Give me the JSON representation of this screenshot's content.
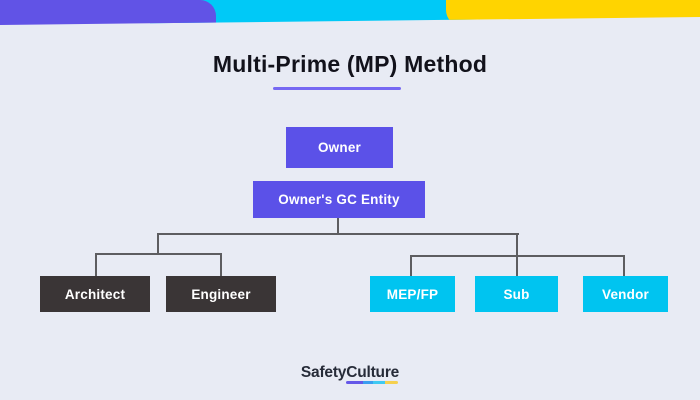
{
  "title": {
    "text": "Multi-Prime (MP) Method"
  },
  "org_chart": {
    "nodes": {
      "owner": {
        "label": "Owner"
      },
      "gc_entity": {
        "label": "Owner's GC Entity"
      },
      "architect": {
        "label": "Architect"
      },
      "engineer": {
        "label": "Engineer"
      },
      "mep_fp": {
        "label": "MEP/FP"
      },
      "sub": {
        "label": "Sub"
      },
      "vendor": {
        "label": "Vendor"
      }
    },
    "edges": [
      {
        "parent": "gc_entity",
        "child": "architect"
      },
      {
        "parent": "gc_entity",
        "child": "engineer"
      },
      {
        "parent": "gc_entity",
        "child": "mep_fp"
      },
      {
        "parent": "gc_entity",
        "child": "sub"
      },
      {
        "parent": "gc_entity",
        "child": "vendor"
      }
    ]
  },
  "footer": {
    "logo_text": "SafetyCulture"
  },
  "colors": {
    "background": "#e8ebf4",
    "banner_purple": "#6153e6",
    "banner_cyan": "#00c9f7",
    "banner_yellow": "#ffd400",
    "node_purple": "#5b51e8",
    "node_dark": "#3a3536",
    "node_cyan": "#00c4f0",
    "connector": "#5d5d60",
    "title_text": "#12121b",
    "title_underline": "#7668f2",
    "logo_text": "#262b38",
    "logo_underline_purple": "#6558e8",
    "logo_underline_blue": "#3b9ef0",
    "logo_underline_cyan": "#3fc9f2",
    "logo_underline_yellow": "#f5d04f"
  }
}
